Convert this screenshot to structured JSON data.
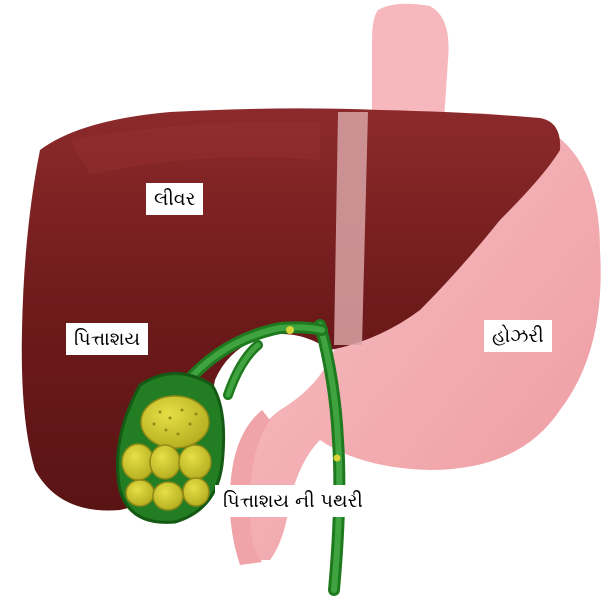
{
  "labels": {
    "liver": "લીવર",
    "gallbladder": "પિત્તાશય",
    "stomach": "હોઝરી",
    "gallstones": "પિત્તાશય ની પથરી"
  },
  "colors": {
    "liver": "#6e1a1b",
    "liver_highlight": "#8a2526",
    "stomach": "#f2a8ad",
    "esophagus": "#f6b8bc",
    "bile_duct": "#2e8b2e",
    "gallbladder_wall": "#1f7a1f",
    "gallstones": "#c9c32b",
    "label_background": "#ffffff"
  }
}
